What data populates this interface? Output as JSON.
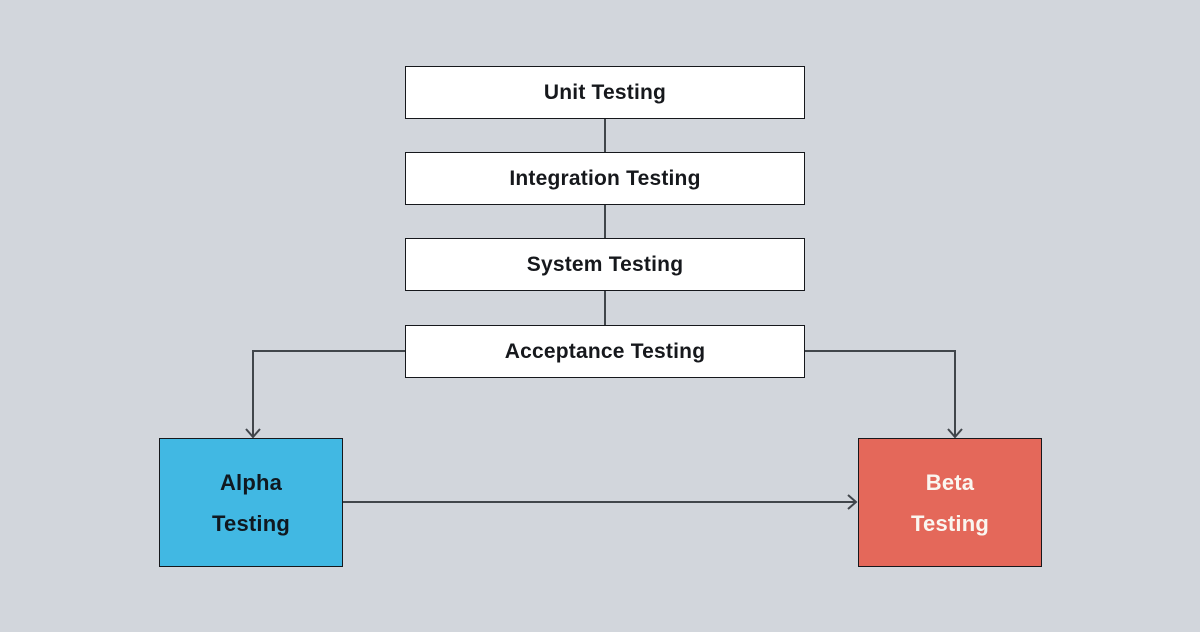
{
  "diagram": {
    "type": "flowchart",
    "description": "Software testing levels flow",
    "nodes": [
      {
        "id": "unit",
        "label": "Unit Testing"
      },
      {
        "id": "integration",
        "label": "Integration Testing"
      },
      {
        "id": "system",
        "label": "System Testing"
      },
      {
        "id": "acceptance",
        "label": "Acceptance Testing"
      },
      {
        "id": "alpha",
        "label_line1": "Alpha",
        "label_line2": "Testing"
      },
      {
        "id": "beta",
        "label_line1": "Beta",
        "label_line2": "Testing"
      }
    ],
    "edges": [
      {
        "from": "Unit Testing",
        "to": "Integration Testing",
        "style": "line"
      },
      {
        "from": "Integration Testing",
        "to": "System Testing",
        "style": "line"
      },
      {
        "from": "System Testing",
        "to": "Acceptance Testing",
        "style": "line"
      },
      {
        "from": "Acceptance Testing",
        "to": "Alpha Testing",
        "style": "elbow-arrow"
      },
      {
        "from": "Acceptance Testing",
        "to": "Beta Testing",
        "style": "elbow-arrow"
      },
      {
        "from": "Alpha Testing",
        "to": "Beta Testing",
        "style": "arrow"
      }
    ],
    "colors": {
      "bg": "#d2d6dc",
      "node_fill": "#ffffff",
      "node_border": "#16181c",
      "alpha_fill": "#41b8e3",
      "alpha_text": "#101820",
      "beta_fill": "#e4685a",
      "beta_text": "#faf6f0",
      "connector": "#41464b"
    }
  }
}
